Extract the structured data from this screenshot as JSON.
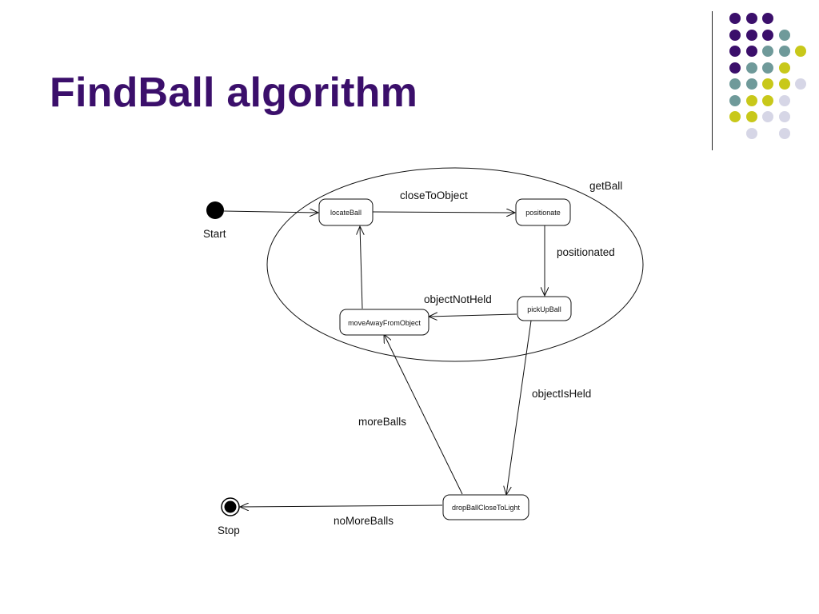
{
  "slide": {
    "title": "FindBall algorithm"
  },
  "decoration": {
    "dot_colors": {
      "purple": "#3b0f6b",
      "teal": "#6f9a9a",
      "yellow": "#c8c81a",
      "lavender": "#d6d6e6"
    },
    "dot_grid": [
      [
        "purple",
        "purple",
        "purple",
        "",
        ""
      ],
      [
        "purple",
        "purple",
        "purple",
        "teal",
        ""
      ],
      [
        "purple",
        "purple",
        "teal",
        "teal",
        "yellow"
      ],
      [
        "purple",
        "teal",
        "teal",
        "yellow",
        ""
      ],
      [
        "teal",
        "teal",
        "yellow",
        "yellow",
        "lavender"
      ],
      [
        "teal",
        "yellow",
        "yellow",
        "lavender",
        ""
      ],
      [
        "yellow",
        "yellow",
        "lavender",
        "lavender",
        ""
      ],
      [
        "",
        "lavender",
        "",
        "lavender",
        ""
      ]
    ]
  },
  "diagram": {
    "composite_state": "getBall",
    "start_label": "Start",
    "stop_label": "Stop",
    "states": {
      "locateBall": "locateBall",
      "positionate": "positionate",
      "pickUpBall": "pickUpBall",
      "moveAwayFromObject": "moveAwayFromObject",
      "dropBallCloseToLight": "dropBallCloseToLight"
    },
    "transitions": {
      "closeToObject": "closeToObject",
      "positionated": "positionated",
      "objectNotHeld": "objectNotHeld",
      "objectIsHeld": "objectIsHeld",
      "moreBalls": "moreBalls",
      "noMoreBalls": "noMoreBalls"
    }
  }
}
